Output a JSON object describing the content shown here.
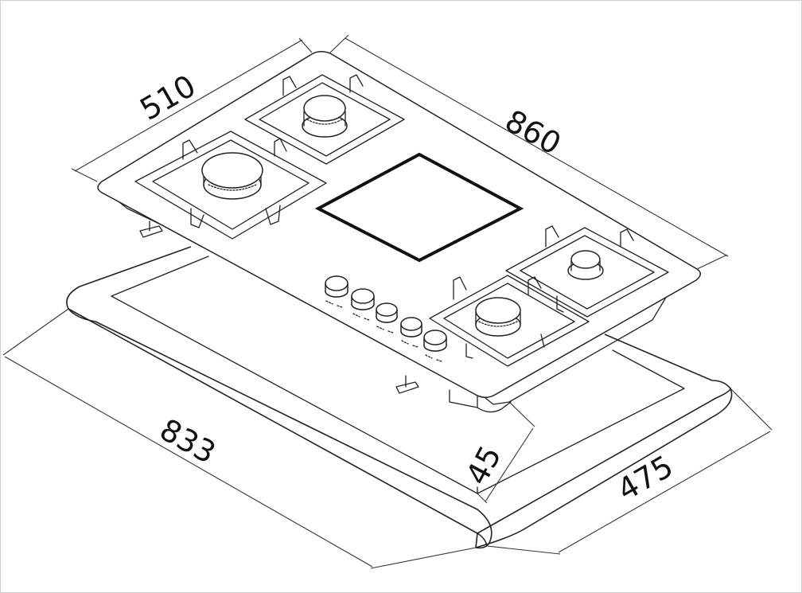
{
  "dimensions": {
    "width_top": "510",
    "length_top": "860",
    "cutout_length": "833",
    "cutout_depth_clear": "45",
    "cutout_width": "475"
  }
}
